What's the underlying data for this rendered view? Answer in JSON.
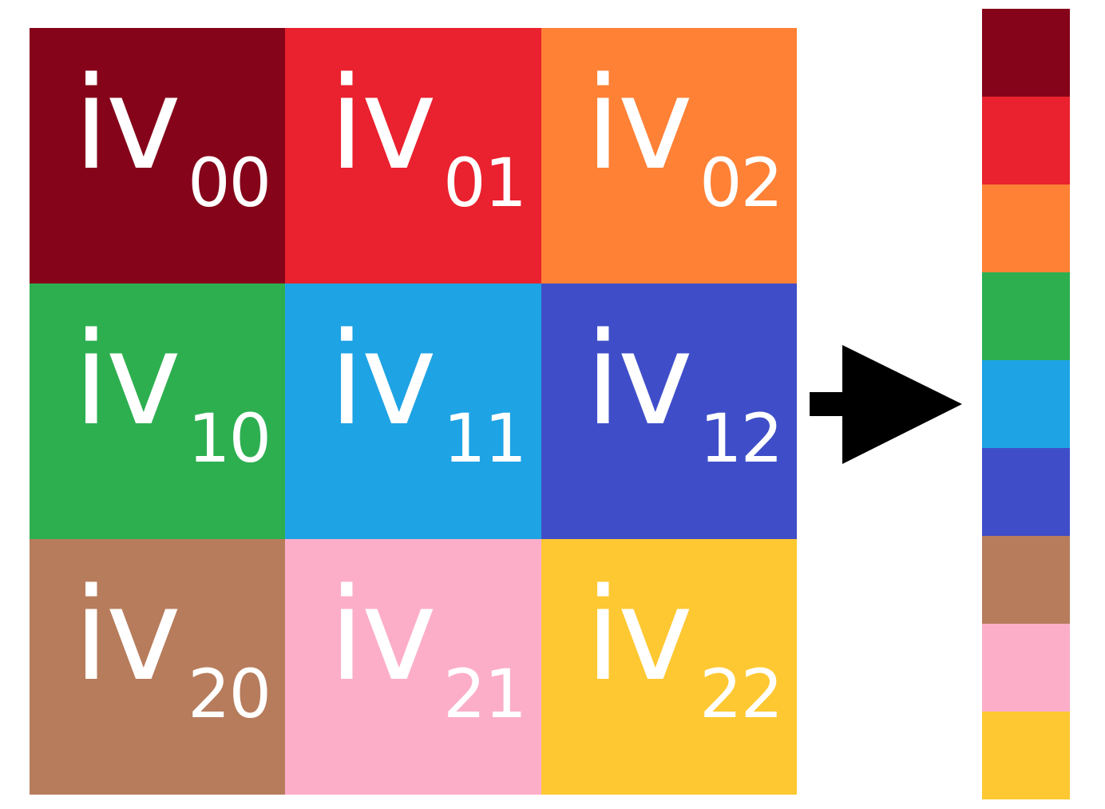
{
  "matrix": {
    "cells": [
      {
        "prefix": "iv",
        "sub": "00",
        "color": "#85041A"
      },
      {
        "prefix": "iv",
        "sub": "01",
        "color": "#EA212E"
      },
      {
        "prefix": "iv",
        "sub": "02",
        "color": "#FE8136"
      },
      {
        "prefix": "iv",
        "sub": "10",
        "color": "#2DAF50"
      },
      {
        "prefix": "iv",
        "sub": "11",
        "color": "#1EA3E4"
      },
      {
        "prefix": "iv",
        "sub": "12",
        "color": "#3F4EC8"
      },
      {
        "prefix": "iv",
        "sub": "20",
        "color": "#B77C5C"
      },
      {
        "prefix": "iv",
        "sub": "21",
        "color": "#FCAEC9"
      },
      {
        "prefix": "iv",
        "sub": "22",
        "color": "#FEC832"
      }
    ]
  },
  "arrow": {
    "icon": "right-arrow-icon",
    "color": "#000000"
  },
  "vector": {
    "segments": [
      {
        "color": "#85041A"
      },
      {
        "color": "#EA212E"
      },
      {
        "color": "#FE8136"
      },
      {
        "color": "#2DAF50"
      },
      {
        "color": "#1EA3E4"
      },
      {
        "color": "#3F4EC8"
      },
      {
        "color": "#B77C5C"
      },
      {
        "color": "#FCAEC9"
      },
      {
        "color": "#FEC832"
      }
    ]
  }
}
